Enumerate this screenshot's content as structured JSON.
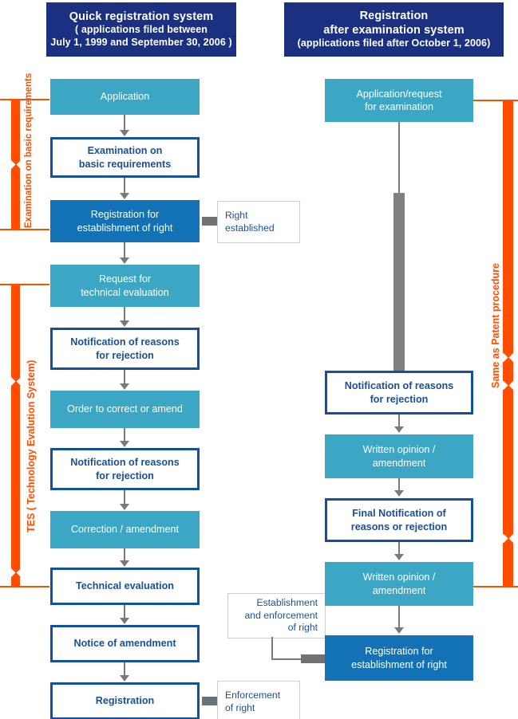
{
  "diagram": {
    "title_left": "Quick registration system",
    "title_right": "Registration"
  },
  "banners": [
    {
      "id": "quick-registration-system",
      "line1": "Quick registration system",
      "line2": "( applications filed between",
      "line3": "July 1, 1999 and September 30, 2006 )"
    },
    {
      "id": "registration-after-examination-system",
      "line1": "Registration",
      "line2": "after examination system",
      "line3": "(applications filed after October 1, 2006)"
    }
  ],
  "left_flow": [
    {
      "id": "application",
      "style": "teal",
      "line1": "Application",
      "line2": ""
    },
    {
      "id": "examination-basic",
      "style": "outline",
      "line1": "Examination on",
      "line2": "basic requirements"
    },
    {
      "id": "registration-establish",
      "style": "blue",
      "line1": "Registration for",
      "line2": "establishment of right"
    },
    {
      "id": "request-tech-eval",
      "style": "teal",
      "line1": "Request for",
      "line2": "technical evaluation"
    },
    {
      "id": "notif-reasons-1",
      "style": "outline",
      "line1": "Notification of reasons",
      "line2": "for rejection"
    },
    {
      "id": "order-correct-amend",
      "style": "teal",
      "line1": "Order to correct or amend",
      "line2": ""
    },
    {
      "id": "notif-reasons-2",
      "style": "outline",
      "line1": "Notification of reasons",
      "line2": "for rejection"
    },
    {
      "id": "correction-amendment",
      "style": "teal",
      "line1": "Correction / amendment",
      "line2": ""
    },
    {
      "id": "technical-evaluation",
      "style": "outline",
      "line1": "Technical evaluation",
      "line2": ""
    },
    {
      "id": "notice-of-amendment",
      "style": "outline",
      "line1": "Notice of amendment",
      "line2": ""
    },
    {
      "id": "registration",
      "style": "outline",
      "line1": "Registration",
      "line2": ""
    }
  ],
  "right_flow": [
    {
      "id": "application-request-exam",
      "style": "teal",
      "line1": "Application/request",
      "line2": "for examination"
    },
    {
      "id": "notif-reasons-r1",
      "style": "outline",
      "line1": "Notification of reasons",
      "line2": "for rejection"
    },
    {
      "id": "written-opinion-1",
      "style": "teal",
      "line1": "Written opinion /",
      "line2": "amendment"
    },
    {
      "id": "final-notif-reasons",
      "style": "outline",
      "line1": "Final Notification of",
      "line2": "reasons or rejection"
    },
    {
      "id": "written-opinion-2",
      "style": "teal",
      "line1": "Written opinion /",
      "line2": "amendment"
    },
    {
      "id": "registration-establish-r",
      "style": "blue",
      "line1": "Registration for",
      "line2": "establishment of right"
    }
  ],
  "notes": [
    {
      "id": "right-established",
      "line1": "Right",
      "line2": "established",
      "line3": ""
    },
    {
      "id": "enforcement-of-right",
      "line1": "Enforcement",
      "line2": "of right",
      "line3": ""
    },
    {
      "id": "establishment-enforcement-of-right",
      "line1": "Establishment",
      "line2": "and enforcement",
      "line3": "of right"
    }
  ],
  "brackets": [
    {
      "id": "examination-basic-requirements",
      "label": "Examination on basic requirements"
    },
    {
      "id": "tes",
      "label": "TES ( Technology Evalution System)"
    },
    {
      "id": "same-as-patent",
      "label": "Same as Patent procedure"
    }
  ],
  "colors": {
    "banner": "#1b3080",
    "teal": "#3ba7c4",
    "blue": "#1371b5",
    "outline_border": "#12519e",
    "outline_text": "#1b4f96",
    "orange": "#ff4d00",
    "connector": "#7a7a7a",
    "stub": "#6f7275",
    "note_border": "#c9cfe0"
  }
}
